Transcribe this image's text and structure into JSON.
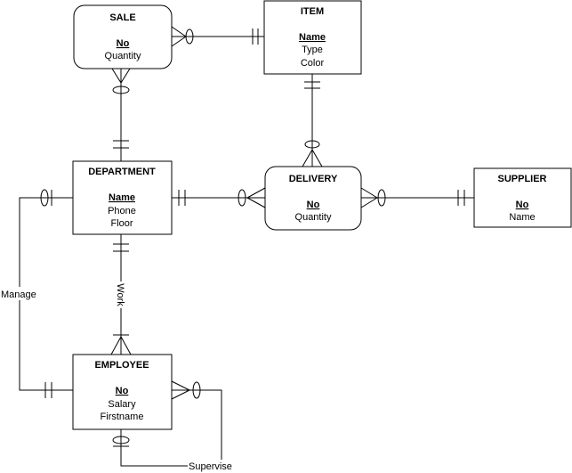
{
  "entities": {
    "sale": {
      "title": "SALE",
      "key": "No",
      "attrs": [
        "Quantity"
      ]
    },
    "item": {
      "title": "ITEM",
      "key": "Name",
      "attrs": [
        "Type",
        "Color"
      ]
    },
    "department": {
      "title": "DEPARTMENT",
      "key": "Name",
      "attrs": [
        "Phone",
        "Floor"
      ]
    },
    "delivery": {
      "title": "DELIVERY",
      "key": "No",
      "attrs": [
        "Quantity"
      ]
    },
    "supplier": {
      "title": "SUPPLIER",
      "key": "No",
      "attrs": [
        "Name"
      ]
    },
    "employee": {
      "title": "EMPLOYEE",
      "key": "No",
      "attrs": [
        "Salary",
        "Firstname"
      ]
    }
  },
  "relationships": {
    "manage": "Manage",
    "work": "Work",
    "supervise": "Supervise"
  },
  "colors": {
    "line": "#000000",
    "background": "#ffffff"
  }
}
